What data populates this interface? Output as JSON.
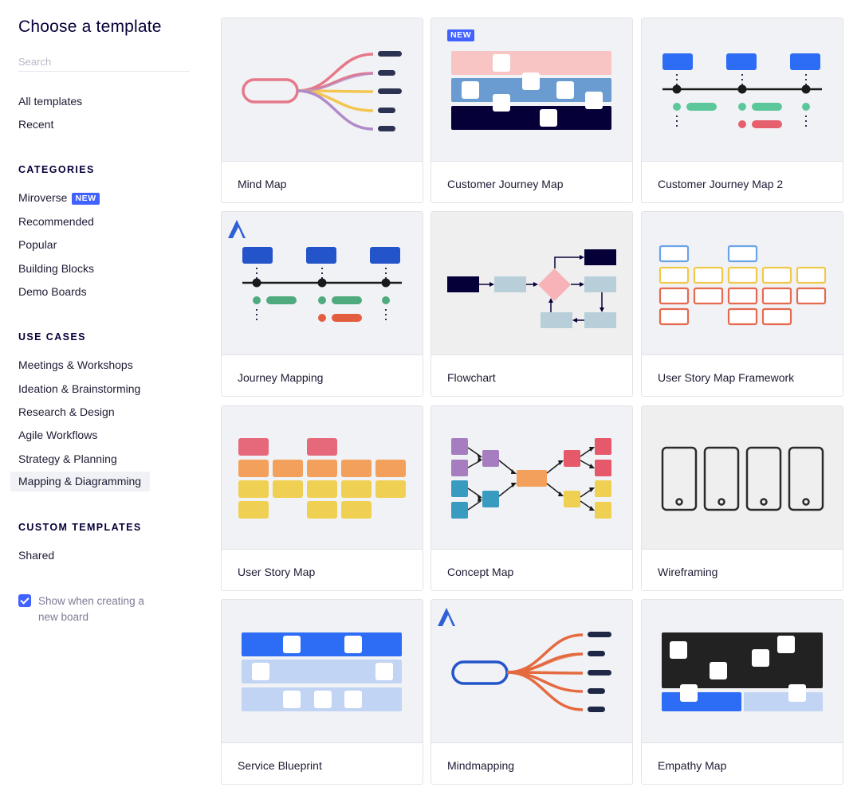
{
  "sidebar": {
    "title": "Choose a template",
    "search_placeholder": "Search",
    "top_items": [
      "All templates",
      "Recent"
    ],
    "categories_heading": "CATEGORIES",
    "categories": [
      {
        "label": "Miroverse",
        "badge": "NEW"
      },
      {
        "label": "Recommended"
      },
      {
        "label": "Popular"
      },
      {
        "label": "Building Blocks"
      },
      {
        "label": "Demo Boards"
      }
    ],
    "use_cases_heading": "USE CASES",
    "use_cases": [
      "Meetings & Workshops",
      "Ideation & Brainstorming",
      "Research & Design",
      "Agile Workflows",
      "Strategy & Planning",
      "Mapping & Diagramming"
    ],
    "active_use_case": "Mapping & Diagramming",
    "custom_heading": "CUSTOM TEMPLATES",
    "custom_items": [
      "Shared"
    ],
    "show_when_creating": {
      "checked": true,
      "label": "Show when creating a new board"
    }
  },
  "templates": [
    {
      "name": "Mind Map"
    },
    {
      "name": "Customer Journey Map",
      "badge": "NEW"
    },
    {
      "name": "Customer Journey Map 2"
    },
    {
      "name": "Journey Mapping",
      "icon": "atlassian-logo-icon"
    },
    {
      "name": "Flowchart"
    },
    {
      "name": "User Story Map Framework"
    },
    {
      "name": "User Story Map"
    },
    {
      "name": "Concept Map"
    },
    {
      "name": "Wireframing"
    },
    {
      "name": "Service Blueprint"
    },
    {
      "name": "Mindmapping",
      "icon": "atlassian-logo-icon"
    },
    {
      "name": "Empathy Map"
    }
  ],
  "colors": {
    "accent": "#4262ff",
    "text": "#050038",
    "card_preview_bg": "#f1f2f5"
  }
}
